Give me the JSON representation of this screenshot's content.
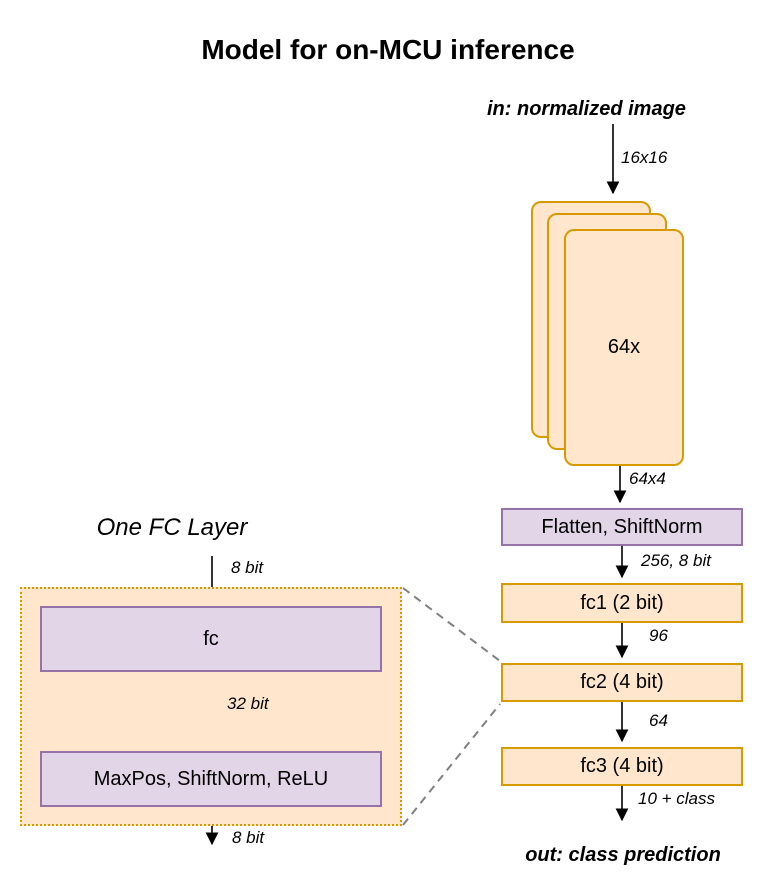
{
  "title": "Model for on-MCU inference",
  "colors": {
    "orange_fill": "#FFE6CC",
    "orange_stroke": "#D79B00",
    "purple_fill": "#E1D5E7",
    "purple_stroke": "#9673A6",
    "connector_black": "#000000",
    "dashed_gray": "#808080"
  },
  "main_flow": {
    "input_label": "in: normalized image",
    "stack_label": "64x",
    "arrow_labels": {
      "input": "16x16",
      "stack_out": "64x4",
      "flatten_out": "256, 8 bit",
      "fc1_out": "96",
      "fc2_out": "64",
      "fc3_out": "10 + class"
    },
    "blocks": [
      {
        "label": "Flatten, ShiftNorm",
        "style": "purple"
      },
      {
        "label": "fc1 (2 bit)",
        "style": "orange"
      },
      {
        "label": "fc2 (4 bit)",
        "style": "orange"
      },
      {
        "label": "fc3 (4 bit)",
        "style": "orange"
      }
    ],
    "output_label": "out: class prediction"
  },
  "fc_detail": {
    "title": "One FC Layer",
    "in_label": "8 bit",
    "blocks": [
      {
        "label": "fc"
      },
      {
        "label": "MaxPos, ShiftNorm, ReLU"
      }
    ],
    "mid_label": "32 bit",
    "out_label": "8 bit"
  }
}
